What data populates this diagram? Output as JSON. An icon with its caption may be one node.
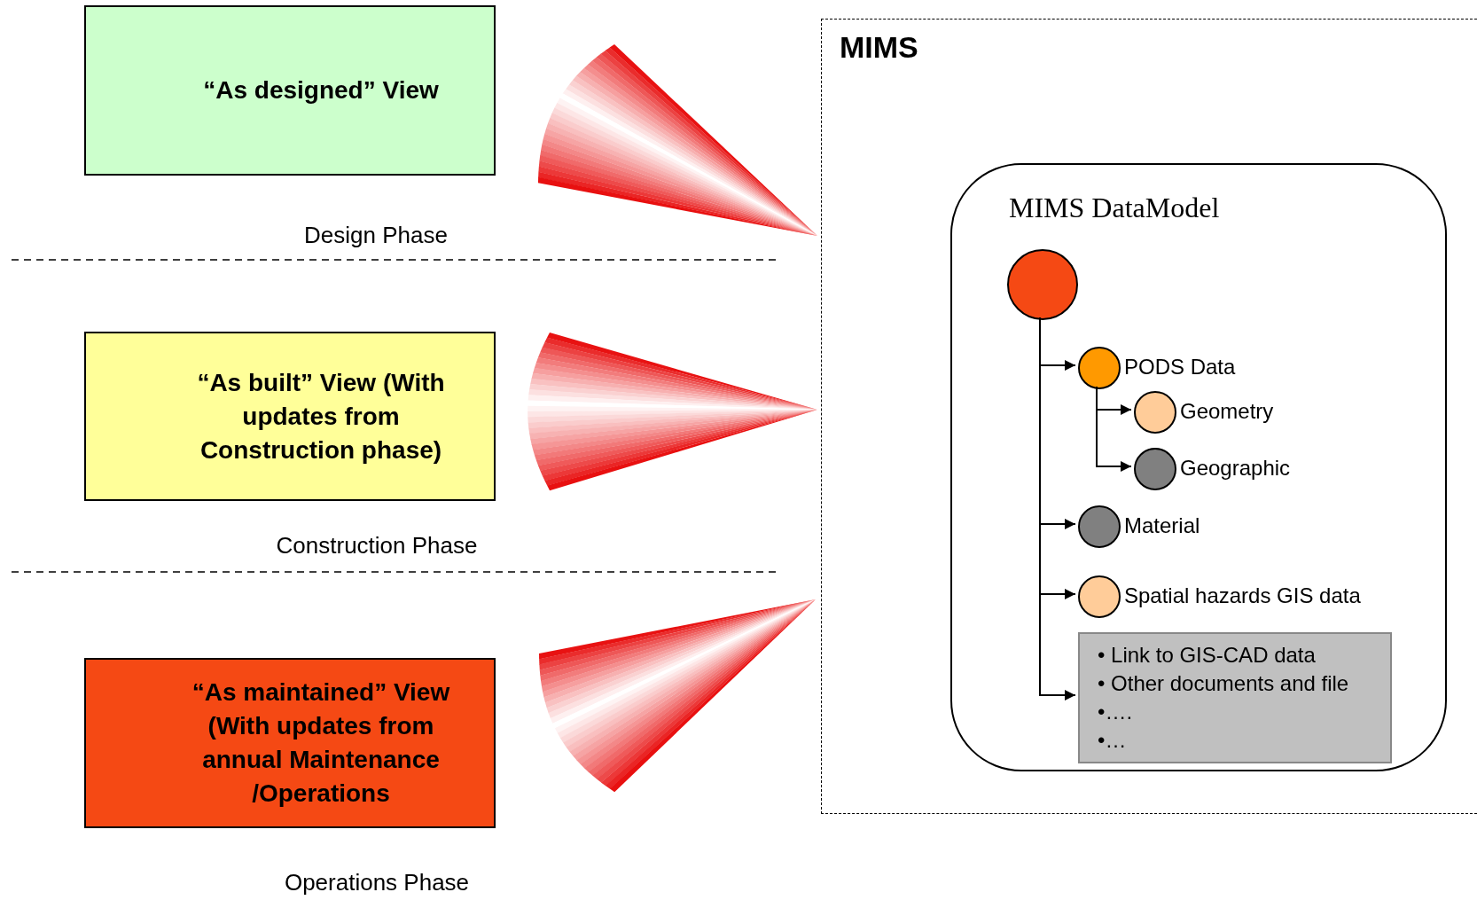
{
  "diagram": {
    "nodes": [
      {
        "text": [
          "“As designed” View"
        ]
      },
      {
        "text": [
          "“As built” View (With updates from Construction phase)"
        ]
      },
      {
        "text": [
          "“As maintained” View (With updates from annual Maintenance /Operations"
        ]
      },
      {
        "text": [
          "MIMS"
        ]
      },
      {
        "text": [
          "MIMS DataModel"
        ],
        "in": 3
      },
      {
        "text": [],
        "shape": "circle",
        "in": 4
      },
      {
        "text": [
          "PODS Data"
        ],
        "in": 4
      },
      {
        "text": [
          "Geometry"
        ],
        "in": 4
      },
      {
        "text": [
          "Geographic"
        ],
        "in": 4
      },
      {
        "text": [
          "Material"
        ],
        "in": 4
      },
      {
        "text": [
          "Spatial hazards GIS data"
        ],
        "in": 4
      },
      {
        "text": [
          "• Link to GIS-CAD data",
          "• Other documents and file",
          "•….",
          "•…"
        ],
        "in": 4
      }
    ],
    "edges": [
      {
        "from": 5,
        "to": 6,
        "arrow": "to"
      },
      {
        "from": 6,
        "to": 7,
        "arrow": "to"
      },
      {
        "from": 6,
        "to": 8,
        "arrow": "to"
      },
      {
        "from": 5,
        "to": 9,
        "arrow": "to"
      },
      {
        "from": 5,
        "to": 10,
        "arrow": "to"
      },
      {
        "from": 5,
        "to": 11,
        "arrow": "to"
      }
    ],
    "labels": [
      "Design Phase",
      "Construction Phase",
      "Operations Phase"
    ]
  }
}
